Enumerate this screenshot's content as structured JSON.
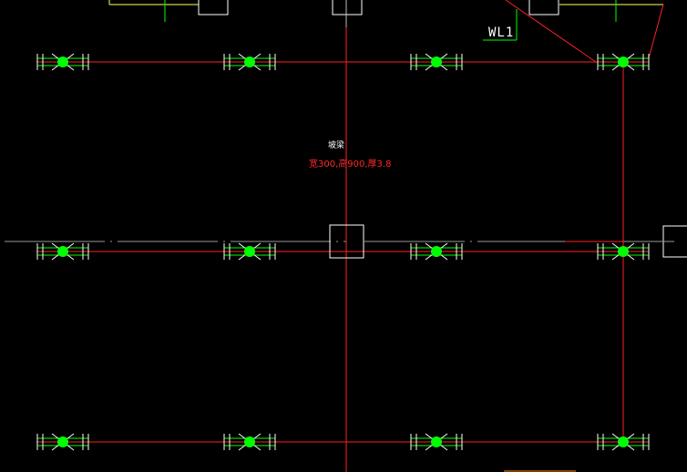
{
  "drawing": {
    "label_wl1": "WL1",
    "beam_title": "坡梁",
    "beam_spec": "宽300,高900,厚3.8"
  },
  "colors": {
    "background": "#000000",
    "grid_line": "#ffffff",
    "beam_line": "#ff2020",
    "rebar_mark": "#00ff00",
    "rebar_tie": "#ffffff",
    "annotation_line": "#00ff00",
    "frame_line": "#ffff66"
  },
  "icons": {
    "rebar_marker": "green-dot-with-cross-ties-icon",
    "column_box": "square-outline-icon"
  }
}
